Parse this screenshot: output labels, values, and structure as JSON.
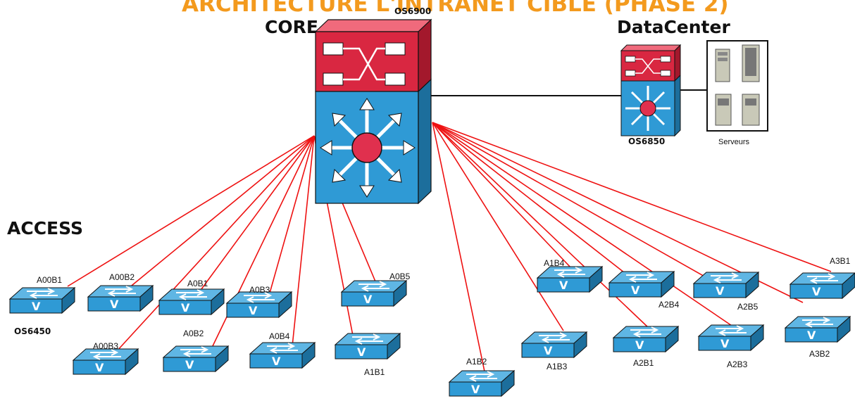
{
  "title": "ARCHITECTURE L'INTRANET CIBLE (PHASE 2)",
  "sections": {
    "core": "CORE",
    "datacenter": "DataCenter",
    "access": "ACCESS"
  },
  "models": {
    "core": "OS6900",
    "datacenter": "OS6850",
    "access": "OS6450"
  },
  "servers_label": "Serveurs",
  "access_switches": [
    "A00B1",
    "A00B2",
    "A0B1",
    "A0B3",
    "A0B5",
    "A00B3",
    "A0B2",
    "A0B4",
    "A1B1",
    "A1B2",
    "A1B3",
    "A1B4",
    "A2B4",
    "A2B1",
    "A2B5",
    "A2B3",
    "A3B1",
    "A3B2"
  ],
  "colors": {
    "link": "#ee1111",
    "uplink": "#111111",
    "switch_blue": "#2f9ad5",
    "core_red": "#d92741",
    "title_orange": "#f39a1e"
  }
}
